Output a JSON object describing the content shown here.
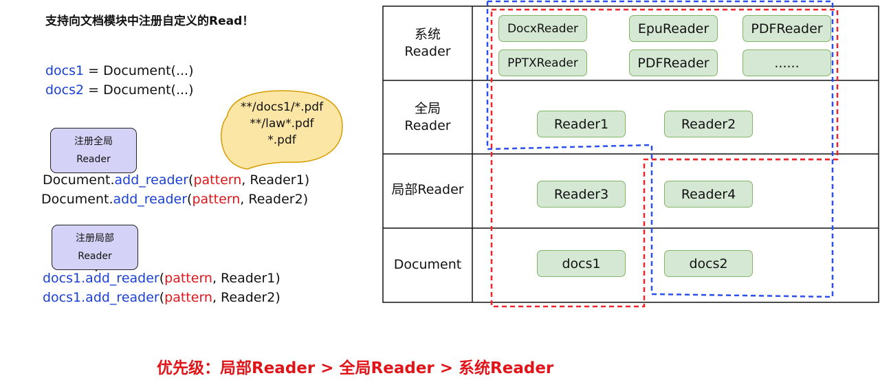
{
  "title": "支持向文档模块中注册自定义的Read！",
  "code": {
    "docs": [
      {
        "var": "docs1",
        "rest": " = Document(...)"
      },
      {
        "var": "docs2",
        "rest": " = Document(...)"
      }
    ],
    "global_calls": [
      {
        "obj": "Document",
        "dot": ".",
        "method": "add_reader",
        "open": "(",
        "arg": "pattern",
        "rest": ", Reader1)"
      },
      {
        "obj": "Document",
        "dot": ".",
        "method": "add_reader",
        "open": "(",
        "arg": "pattern",
        "rest": ", Reader2)"
      }
    ],
    "local_calls": [
      {
        "obj": "docs1",
        "dot": ".",
        "method": "add_reader",
        "open": "(",
        "arg": "pattern",
        "rest": ", Reader1)"
      },
      {
        "obj": "docs1",
        "dot": ".",
        "method": "add_reader",
        "open": "(",
        "arg": "pattern",
        "rest": ", Reader2)"
      }
    ]
  },
  "callouts": {
    "global": "注册全局Reader",
    "local": "注册局部Reader",
    "patterns": [
      "**/docs1/*.pdf",
      "**/law*.pdf",
      "*.pdf"
    ]
  },
  "table": {
    "rows": [
      {
        "label_line1": "系统",
        "label_line2": "Reader"
      },
      {
        "label_line1": "全局",
        "label_line2": "Reader"
      },
      {
        "label_line1": "局部Reader",
        "label_line2": ""
      },
      {
        "label_line1": "Document",
        "label_line2": ""
      }
    ],
    "system_readers": [
      "DocxReader",
      "EpuReader",
      "PDFReader",
      "PPTXReader",
      "PDFReader",
      "......"
    ],
    "global_readers": [
      "Reader1",
      "Reader2"
    ],
    "local_readers": [
      "Reader3",
      "Reader4"
    ],
    "documents": [
      "docs1",
      "docs2"
    ]
  },
  "priority": "优先级：局部Reader > 全局Reader > 系统Reader",
  "colors": {
    "blue_dashed": "#2b4ef0",
    "red_dashed": "#f0222a",
    "box_fill": "#d5e8d4",
    "box_border": "#82b366",
    "callout_fill": "#d4d3f7",
    "pattern_bubble_fill": "#fbe6a6",
    "pattern_bubble_border": "#d79b00",
    "code_blue": "#1a3fd6",
    "code_red": "#e0151a"
  }
}
